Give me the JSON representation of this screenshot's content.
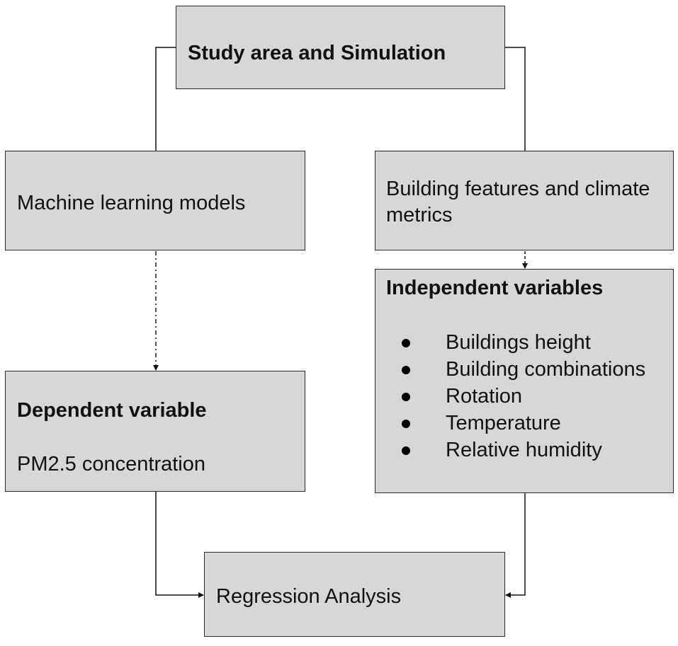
{
  "study_box": {
    "title": "Study area and Simulation"
  },
  "ml_box": {
    "label": "Machine learning models"
  },
  "features_box": {
    "label": "Building features and climate metrics"
  },
  "dependent_box": {
    "title": "Dependent variable",
    "value": "PM2.5 concentration"
  },
  "independent_box": {
    "title": "Independent variables",
    "items": [
      "Buildings height",
      "Building combinations",
      "Rotation",
      "Temperature",
      "Relative humidity"
    ]
  },
  "regression_box": {
    "label": "Regression Analysis"
  }
}
